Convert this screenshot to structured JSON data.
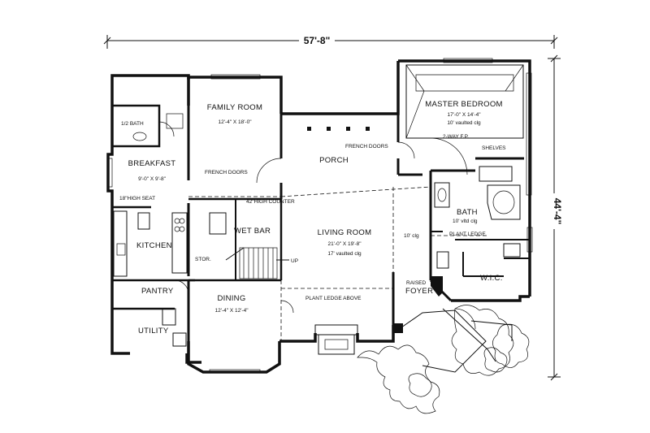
{
  "dimensions": {
    "width": "57'-8\"",
    "depth": "44'-4\""
  },
  "rooms": {
    "family_room": {
      "name": "FAMILY ROOM",
      "size": "12'-4\" X 18'-0\""
    },
    "master_bedroom": {
      "name": "MASTER BEDROOM",
      "size": "17'-0\" X 14'-4\"",
      "note": "10' vaulted clg"
    },
    "half_bath": {
      "name": "1/2 BATH"
    },
    "breakfast": {
      "name": "BREAKFAST",
      "size": "9'-0\" X 9'-8\""
    },
    "porch": {
      "name": "PORCH"
    },
    "kitchen": {
      "name": "KITCHEN"
    },
    "wet_bar": {
      "name": "WET BAR"
    },
    "living_room": {
      "name": "LIVING ROOM",
      "size": "21'-0\" X 19'-8\"",
      "note": "17' vaulted clg"
    },
    "bath": {
      "name": "BATH",
      "note": "10' vltd clg"
    },
    "wic": {
      "name": "W.I.C."
    },
    "storage": {
      "name": "STOR."
    },
    "pantry": {
      "name": "PANTRY"
    },
    "dining": {
      "name": "DINING",
      "size": "12'-4\" X 12'-4\""
    },
    "utility": {
      "name": "UTILITY"
    },
    "foyer": {
      "name": "FOYER",
      "prefix": "RAISED"
    }
  },
  "notes": {
    "french_doors_porch": "FRENCH DOORS",
    "french_doors_family": "FRENCH DOORS",
    "two_way_fp": "2-WAY F.P.",
    "shelves": "SHELVES",
    "high_seat": "18\"HIGH SEAT",
    "high_counter": "42\"HIGH COUNTER",
    "ten_clg": "10' clg",
    "plant_ledge": "PLANT LEDGE",
    "plant_ledge_above": "PLANT LEDGE ABOVE",
    "up": "UP"
  }
}
